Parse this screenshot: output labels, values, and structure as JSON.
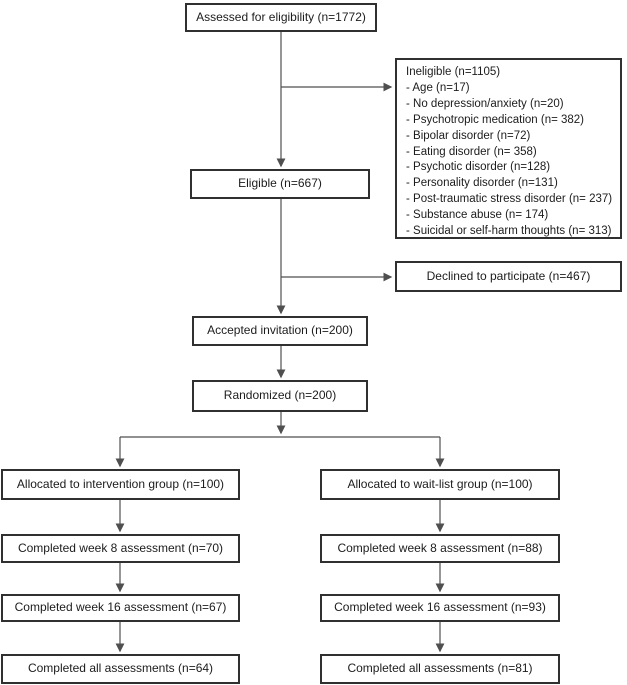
{
  "colors": {
    "background": "#ffffff",
    "box_fill": "#ffffff",
    "box_border": "#303030",
    "connector": "#4f4f4f",
    "text": "#1c1c1c"
  },
  "flow": {
    "assessed": "Assessed for eligibility (n=1772)",
    "ineligible": {
      "title": "Ineligible (n=1105)",
      "items": [
        "- Age (n=17)",
        "- No depression/anxiety (n=20)",
        "- Psychotropic medication (n= 382)",
        "- Bipolar disorder (n=72)",
        "- Eating disorder (n= 358)",
        "- Psychotic disorder (n=128)",
        "- Personality disorder (n=131)",
        "- Post-traumatic stress disorder (n= 237)",
        "- Substance abuse (n= 174)",
        "- Suicidal or self-harm thoughts (n= 313)"
      ]
    },
    "eligible": "Eligible (n=667)",
    "declined": "Declined to participate (n=467)",
    "accepted": "Accepted invitation (n=200)",
    "randomized": "Randomized (n=200)",
    "intervention": {
      "allocated": "Allocated to intervention group (n=100)",
      "week8": "Completed week 8 assessment (n=70)",
      "week16": "Completed week 16 assessment (n=67)",
      "all": "Completed all assessments (n=64)"
    },
    "waitlist": {
      "allocated": "Allocated to wait-list group (n=100)",
      "week8": "Completed week 8 assessment (n=88)",
      "week16": "Completed week 16 assessment (n=93)",
      "all": "Completed all assessments (n=81)"
    }
  }
}
